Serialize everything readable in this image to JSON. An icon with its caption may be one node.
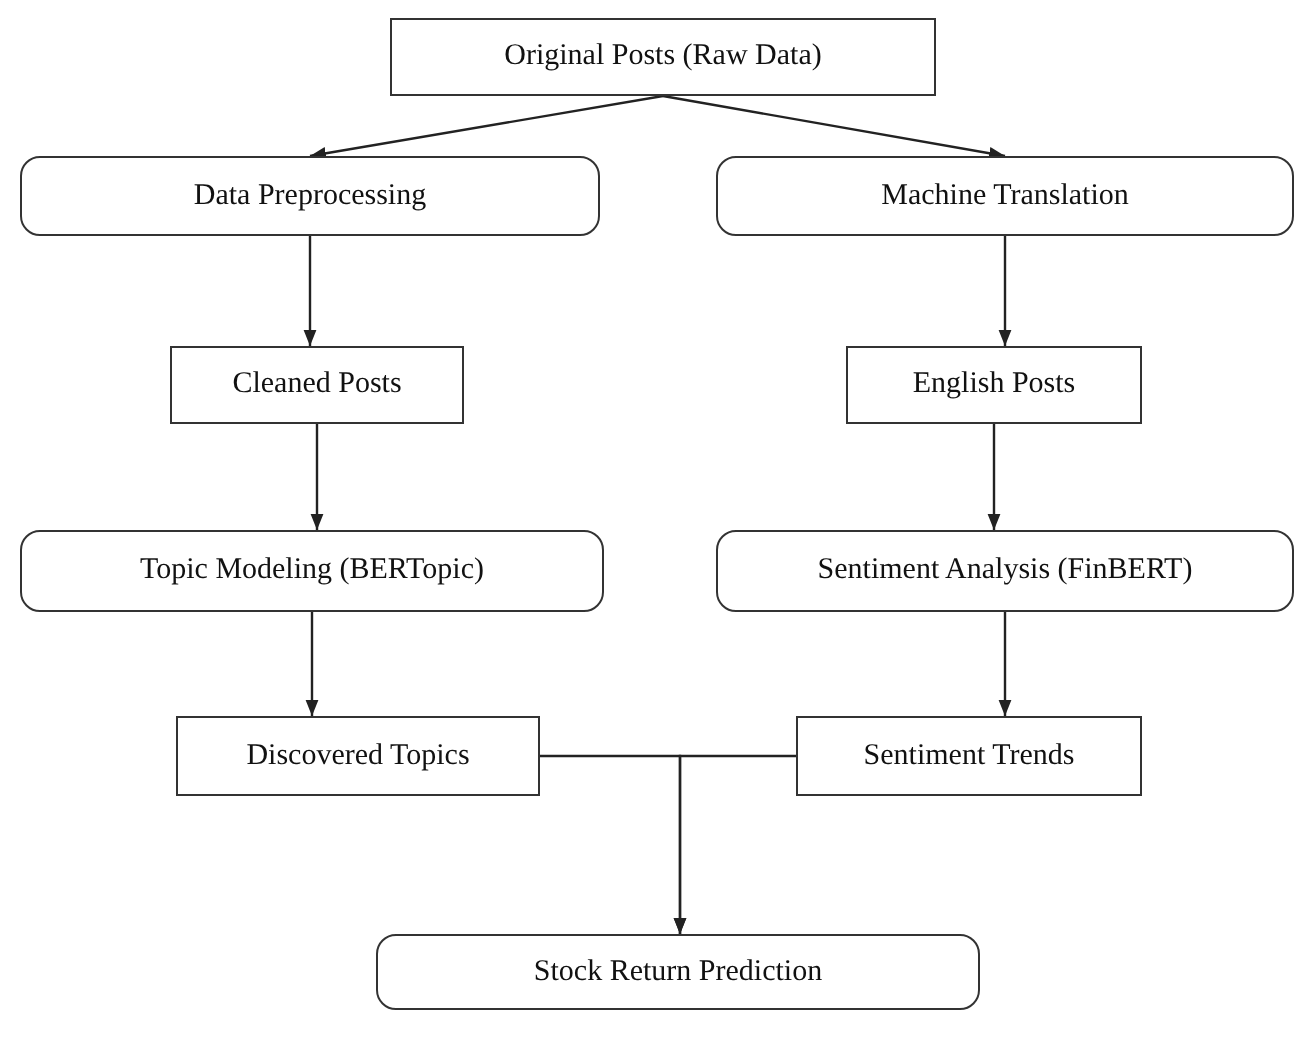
{
  "diagram": {
    "nodes": [
      {
        "text": [
          "Original Posts (Raw Data)"
        ]
      },
      {
        "text": [
          "Data Preprocessing"
        ]
      },
      {
        "text": [
          "Machine Translation"
        ]
      },
      {
        "text": [
          "Cleaned Posts"
        ]
      },
      {
        "text": [
          "English Posts"
        ]
      },
      {
        "text": [
          "Topic Modeling (BERTopic)"
        ]
      },
      {
        "text": [
          "Sentiment Analysis (FinBERT)"
        ]
      },
      {
        "text": [
          "Discovered Topics"
        ]
      },
      {
        "text": [
          "Sentiment Trends"
        ]
      },
      {
        "text": [
          "Stock Return Prediction"
        ]
      }
    ],
    "edges": [
      {
        "from": 0,
        "to": 1,
        "arrow": "to"
      },
      {
        "from": 0,
        "to": 2,
        "arrow": "to"
      },
      {
        "from": 1,
        "to": 3,
        "arrow": "to"
      },
      {
        "from": 2,
        "to": 4,
        "arrow": "to"
      },
      {
        "from": 3,
        "to": 5,
        "arrow": "to"
      },
      {
        "from": 4,
        "to": 6,
        "arrow": "to"
      },
      {
        "from": 5,
        "to": 7,
        "arrow": "to"
      },
      {
        "from": 6,
        "to": 8,
        "arrow": "to"
      },
      {
        "from": 7,
        "to": 9,
        "arrow": "to"
      },
      {
        "from": 8,
        "to": 9,
        "arrow": "to"
      }
    ]
  }
}
